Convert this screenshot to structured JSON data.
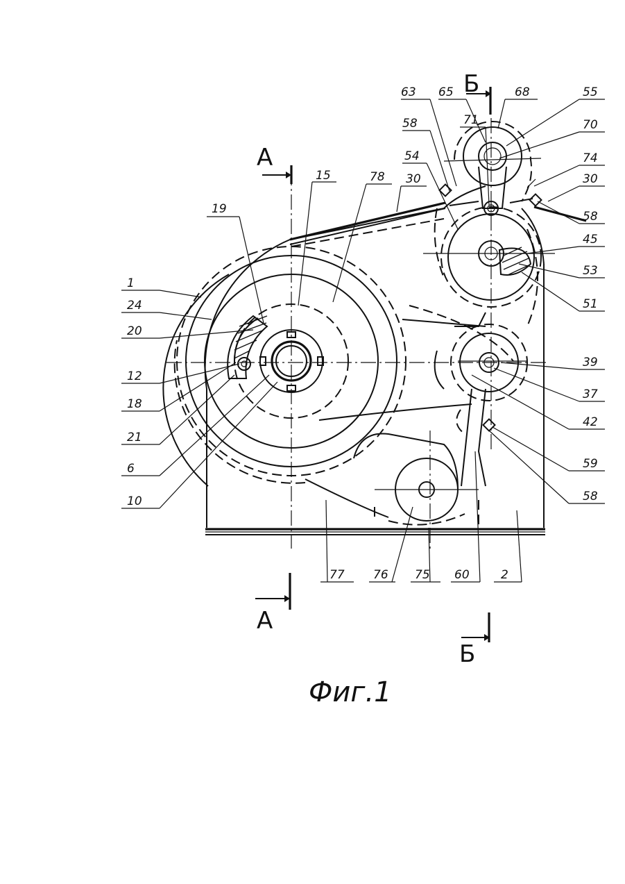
{
  "figure": {
    "caption": "Фиг.1",
    "section_marks": {
      "a": "А",
      "b": "Б"
    },
    "labels": [
      {
        "id": "63",
        "text": "63"
      },
      {
        "id": "65",
        "text": "65"
      },
      {
        "id": "68",
        "text": "68"
      },
      {
        "id": "55",
        "text": "55"
      },
      {
        "id": "71",
        "text": "71"
      },
      {
        "id": "70",
        "text": "70"
      },
      {
        "id": "58a",
        "text": "58"
      },
      {
        "id": "54",
        "text": "54"
      },
      {
        "id": "74",
        "text": "74"
      },
      {
        "id": "15",
        "text": "15"
      },
      {
        "id": "78",
        "text": "78"
      },
      {
        "id": "30a",
        "text": "30"
      },
      {
        "id": "30b",
        "text": "30"
      },
      {
        "id": "58b",
        "text": "58"
      },
      {
        "id": "19",
        "text": "19"
      },
      {
        "id": "45",
        "text": "45"
      },
      {
        "id": "53",
        "text": "53"
      },
      {
        "id": "1",
        "text": "1"
      },
      {
        "id": "51",
        "text": "51"
      },
      {
        "id": "24",
        "text": "24"
      },
      {
        "id": "20",
        "text": "20"
      },
      {
        "id": "39",
        "text": "39"
      },
      {
        "id": "12",
        "text": "12"
      },
      {
        "id": "37",
        "text": "37"
      },
      {
        "id": "18",
        "text": "18"
      },
      {
        "id": "42",
        "text": "42"
      },
      {
        "id": "21",
        "text": "21"
      },
      {
        "id": "59",
        "text": "59"
      },
      {
        "id": "6",
        "text": "6"
      },
      {
        "id": "58c",
        "text": "58"
      },
      {
        "id": "10",
        "text": "10"
      },
      {
        "id": "77",
        "text": "77"
      },
      {
        "id": "76",
        "text": "76"
      },
      {
        "id": "75",
        "text": "75"
      },
      {
        "id": "60",
        "text": "60"
      },
      {
        "id": "2",
        "text": "2"
      }
    ]
  }
}
